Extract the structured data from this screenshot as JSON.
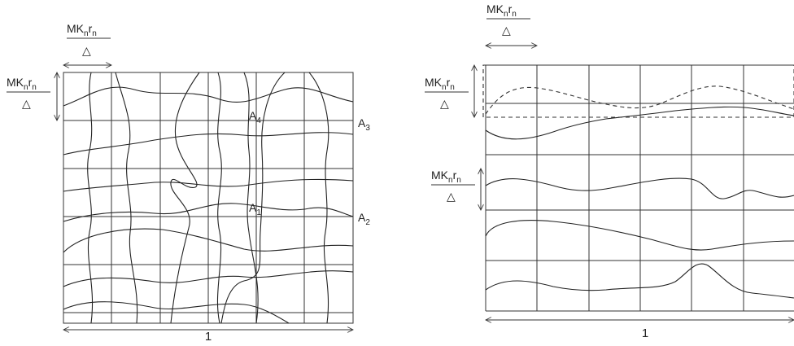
{
  "labels": {
    "mk": "MK",
    "sub_n": "n",
    "r": "r",
    "triangle": "△",
    "unit": "1",
    "a": "A",
    "a_subs": [
      "4",
      "3",
      "1",
      "2"
    ]
  },
  "colors": {
    "line": "#333333",
    "background": "#ffffff"
  }
}
